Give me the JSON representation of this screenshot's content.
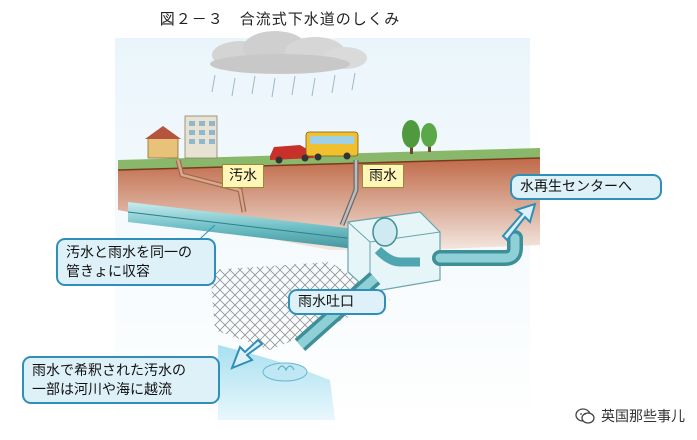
{
  "title": "図２－３　合流式下水道のしくみ",
  "labels": {
    "sewage": "汚水",
    "rainwater": "雨水",
    "to_center": "水再生センターへ",
    "combined_line1": "汚水と雨水を同一の",
    "combined_line2": "管きょに収容",
    "outlet": "雨水吐口",
    "overflow_line1": "雨水で希釈された汚水の",
    "overflow_line2": "一部は河川や海に越流"
  },
  "watermark": "英国那些事儿",
  "colors": {
    "callout_fill": "#dff1f8",
    "callout_border": "#2f8fb8",
    "tag_fill": "#fff6b8",
    "earth": "#b35a3c",
    "pipe": "#5bb3b8",
    "water": "#8fd3e8"
  }
}
